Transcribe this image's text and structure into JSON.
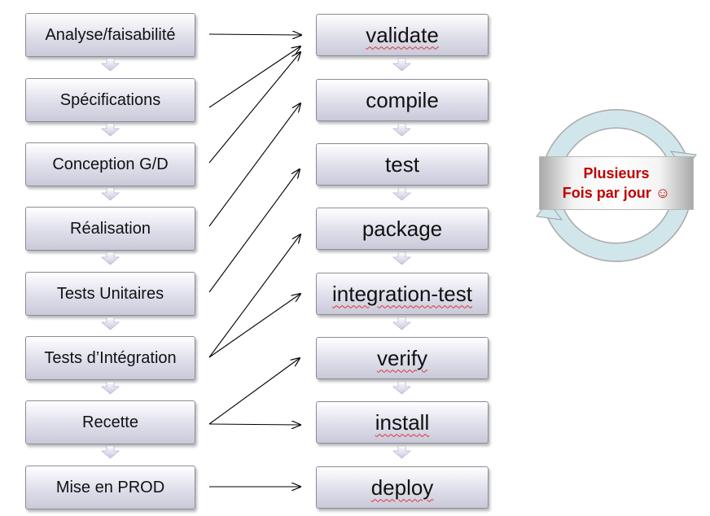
{
  "left_steps": [
    "Analyse/faisabilité",
    "Spécifications",
    "Conception G/D",
    "Réalisation",
    "Tests Unitaires",
    "Tests d’Intégration",
    "Recette",
    "Mise en PROD"
  ],
  "right_steps": [
    "validate",
    "compile",
    "test",
    "package",
    "integration-test",
    "verify",
    "install",
    "deploy"
  ],
  "cycle_label": {
    "line1": "Plusieurs",
    "line2": "Fois par jour ☺"
  },
  "colors": {
    "cycle_ring": "#d1e6ea",
    "cycle_text": "#c00000",
    "box_border": "#8c8c98"
  }
}
